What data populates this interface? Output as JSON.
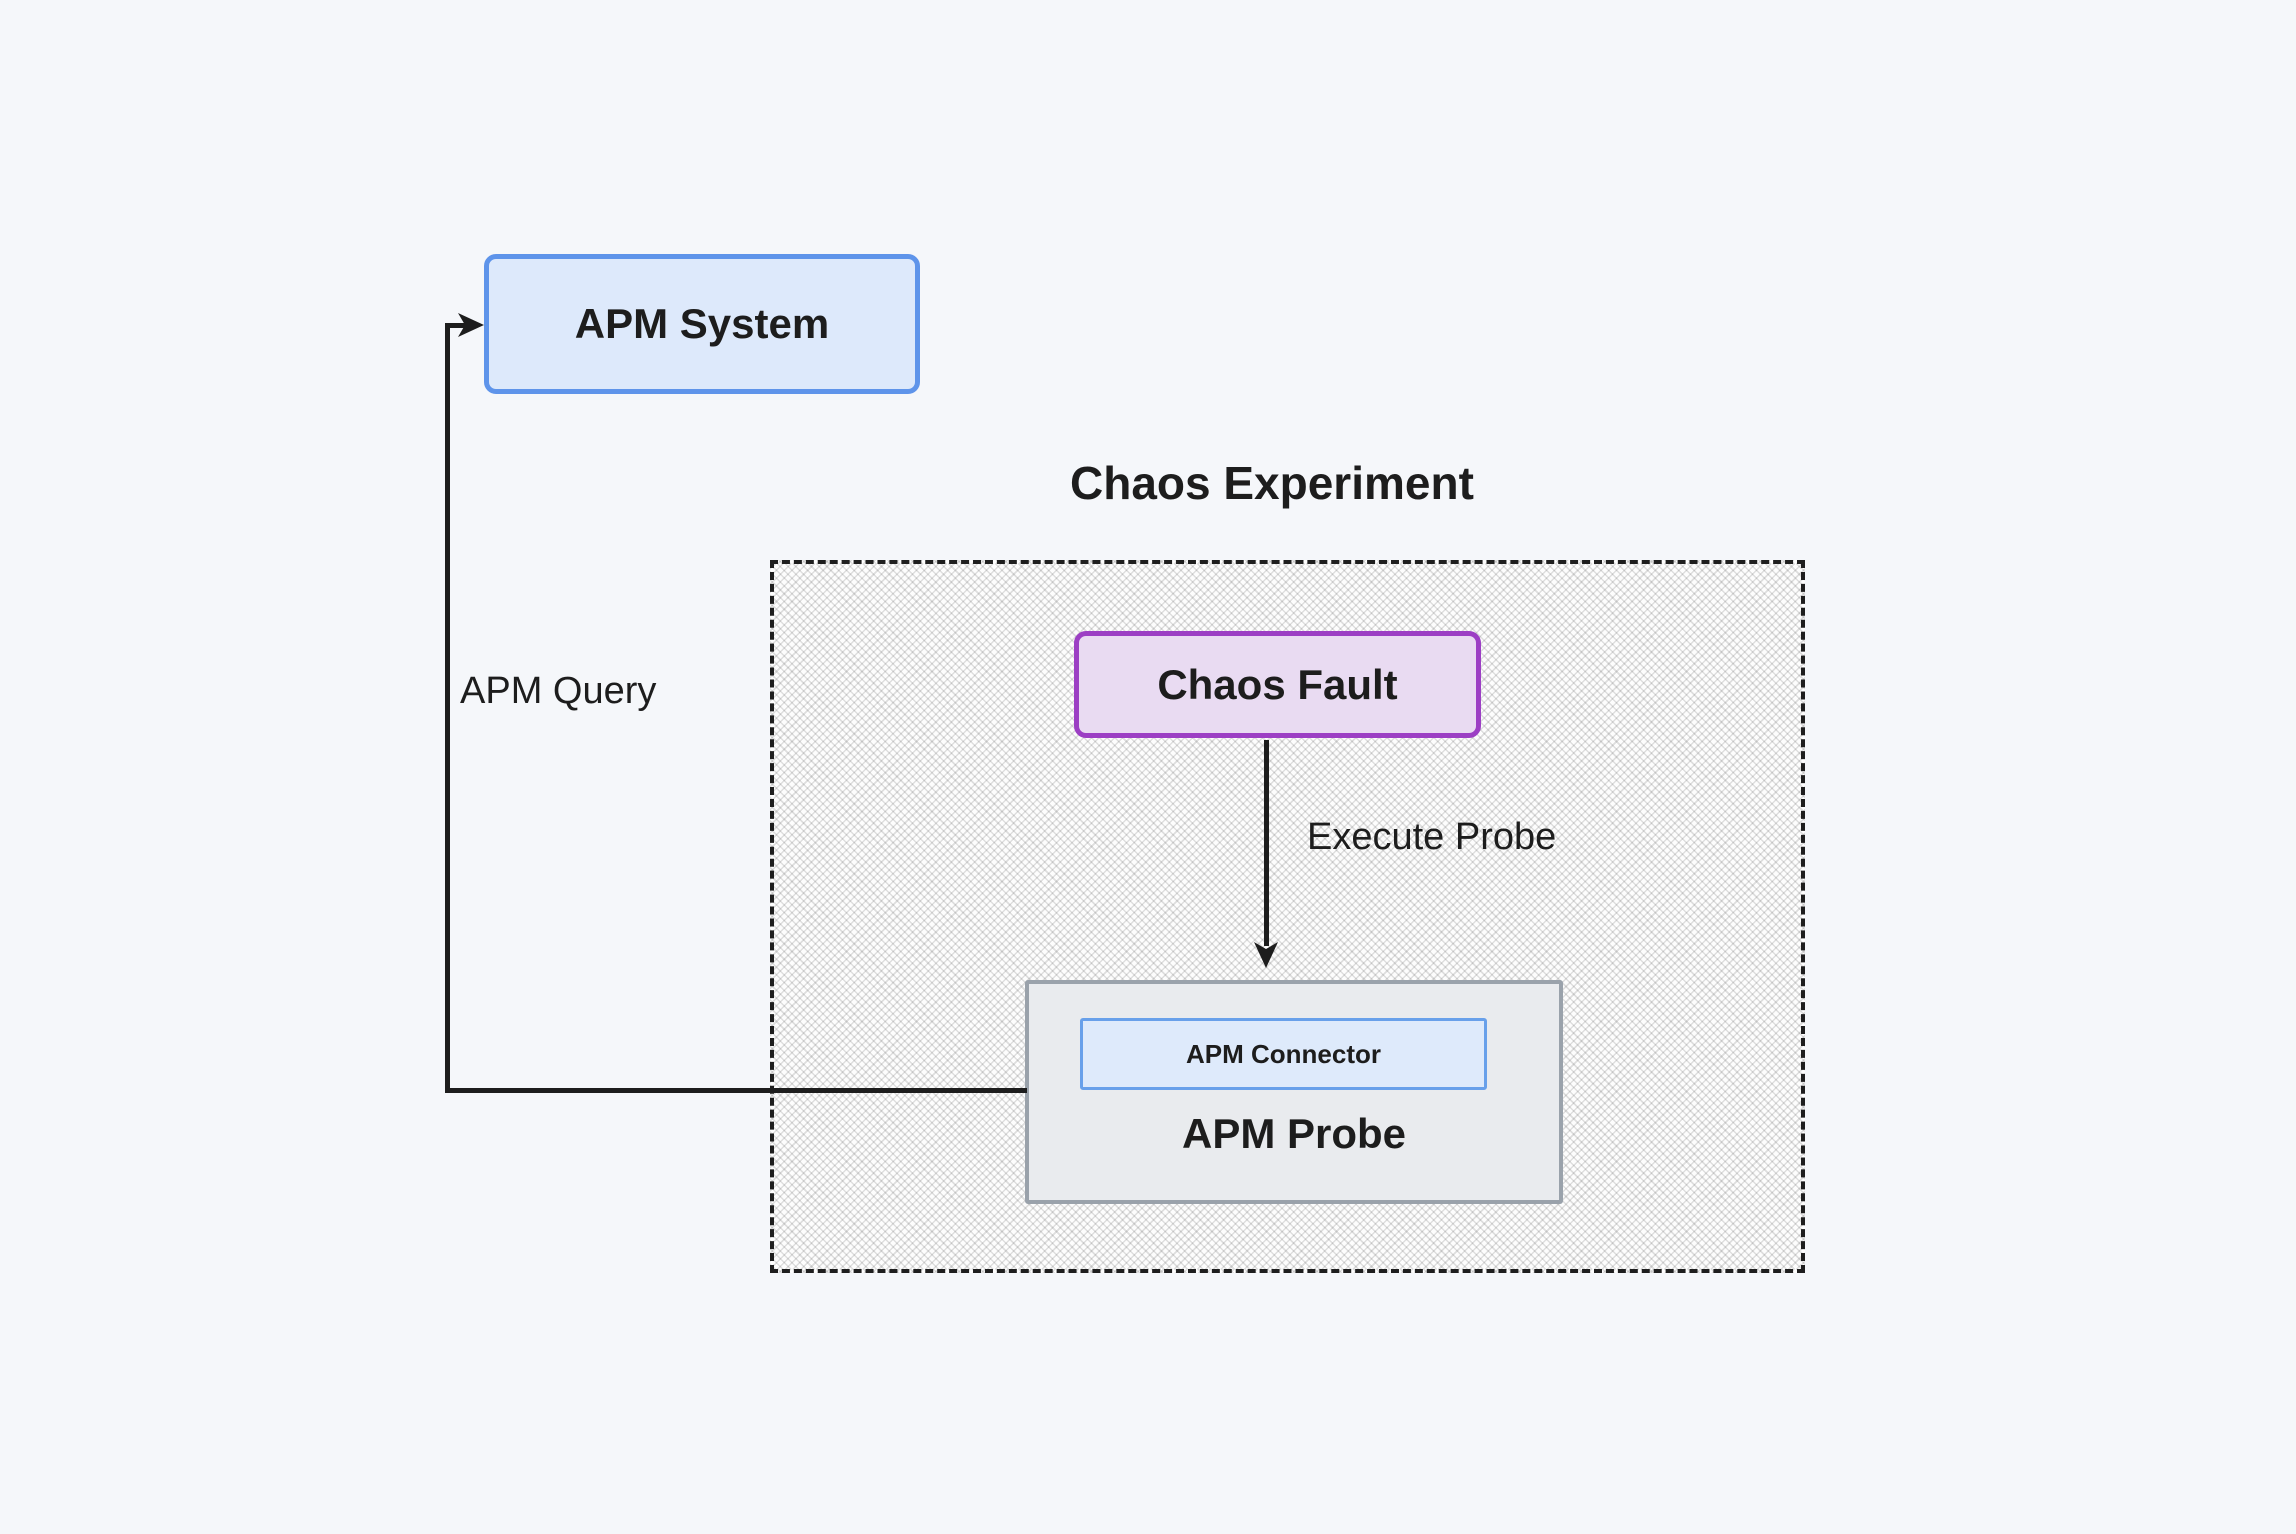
{
  "title": "Chaos Experiment",
  "nodes": {
    "apm_system": {
      "label": "APM System",
      "fill": "#dde9fb",
      "border": "#5e94ea"
    },
    "chaos_fault": {
      "label": "Chaos Fault",
      "fill": "#e9dbf2",
      "border": "#9c3fc4"
    },
    "apm_probe": {
      "label": "APM Probe",
      "fill": "#e9ebee",
      "border": "#9aa2ab"
    },
    "apm_connector": {
      "label": "APM Connector",
      "fill": "#deeafb",
      "border": "#68a0ea"
    }
  },
  "edges": {
    "execute_probe": {
      "label": "Execute Probe",
      "from": "chaos_fault",
      "to": "apm_probe"
    },
    "apm_query": {
      "label": "APM Query",
      "from": "apm_probe",
      "to": "apm_system"
    }
  },
  "colors": {
    "background": "#f5f7fa",
    "line": "#1d1d1d",
    "text": "#1d1d1d",
    "container_border": "#1e1e1e"
  }
}
